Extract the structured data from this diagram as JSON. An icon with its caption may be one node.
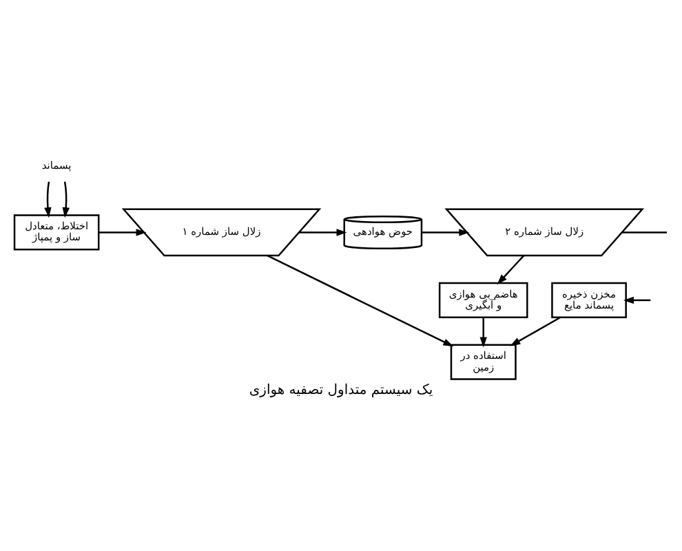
{
  "diagram": {
    "caption": "یک سیستم متداول تصفیه هوازی",
    "nodes": [
      {
        "text": [
          "پسماند"
        ]
      },
      {
        "text": [
          "اختلاط، متعادل ساز و پمپاژ"
        ]
      },
      {
        "text": [
          "زلال ساز شماره ۱"
        ]
      },
      {
        "text": [
          "حوض هوادهی"
        ]
      },
      {
        "text": [
          "زلال ساز شماره ۲"
        ]
      },
      {
        "text": [
          "هاضم بی هوازی و آبگیری"
        ]
      },
      {
        "text": [
          "مخزن ذخیره پسماند مایع"
        ]
      },
      {
        "text": [
          "استفاده در زمین"
        ]
      }
    ],
    "edges": [
      {
        "from": 0,
        "to": 1,
        "arrow": "to"
      },
      {
        "from": 0,
        "to": 1,
        "arrow": "to"
      },
      {
        "from": 1,
        "to": 2,
        "arrow": "to"
      },
      {
        "from": 2,
        "to": 3,
        "arrow": "to"
      },
      {
        "from": 3,
        "to": 4,
        "arrow": "to"
      },
      {
        "from": 4,
        "to": null,
        "arrow": "none"
      },
      {
        "from": 4,
        "to": 5,
        "arrow": "to"
      },
      {
        "from": 2,
        "to": 7,
        "arrow": "to"
      },
      {
        "from": 5,
        "to": 7,
        "arrow": "to"
      },
      {
        "from": null,
        "to": 6,
        "arrow": "to"
      },
      {
        "from": 6,
        "to": 7,
        "arrow": "to"
      }
    ]
  }
}
